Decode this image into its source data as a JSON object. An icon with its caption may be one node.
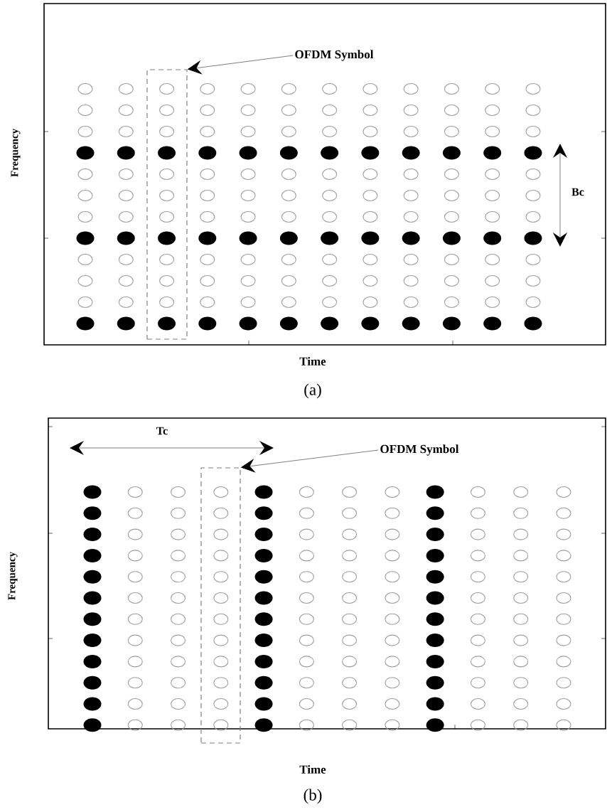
{
  "diagram": {
    "nodes": [
      {
        "text": [
          "OFDM Symbol"
        ]
      },
      {
        "text": [],
        "shape": "box"
      },
      {
        "text": [
          "OFDM Symbol"
        ]
      },
      {
        "text": [],
        "shape": "box"
      }
    ],
    "edges": [
      {
        "from": 0,
        "to": 1,
        "arrow": "to"
      },
      {
        "from": 2,
        "to": 3,
        "arrow": "to"
      }
    ],
    "labels": [
      "Frequency",
      "Bc",
      "Time",
      "(a)",
      "Tc",
      "Frequency",
      "Time",
      "(b)"
    ]
  }
}
